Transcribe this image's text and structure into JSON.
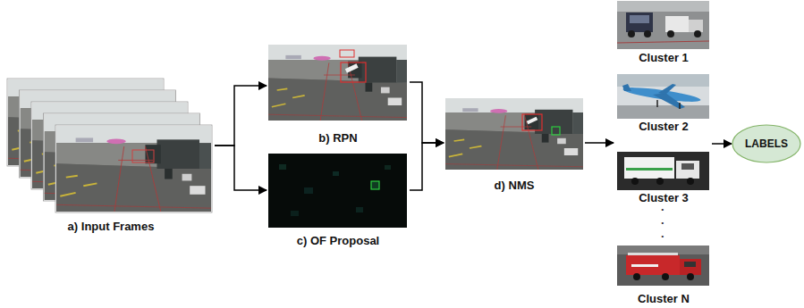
{
  "diagram": {
    "nodes": [
      {
        "text": [
          "a) Input Frames"
        ]
      },
      {
        "text": [
          "b) RPN"
        ]
      },
      {
        "text": [
          "c) OF Proposal"
        ]
      },
      {
        "text": [
          "d) NMS"
        ]
      },
      {
        "text": [
          "Cluster 1"
        ]
      },
      {
        "text": [
          "Cluster 2"
        ]
      },
      {
        "text": [
          "Cluster 3"
        ]
      },
      {
        "text": [
          "Cluster N"
        ]
      },
      {
        "text": [
          "LABELS"
        ]
      }
    ],
    "edges": [
      {
        "from": 0,
        "to": 1,
        "arrow": "to"
      },
      {
        "from": 0,
        "to": 2,
        "arrow": "to"
      },
      {
        "from": 1,
        "to": 3,
        "arrow": "to"
      },
      {
        "from": 2,
        "to": 3,
        "arrow": "to"
      },
      {
        "from": 3,
        "to": 6,
        "arrow": "to"
      },
      {
        "from": 6,
        "to": 8,
        "arrow": "to"
      }
    ],
    "labels": [
      ".",
      ".",
      "."
    ]
  }
}
